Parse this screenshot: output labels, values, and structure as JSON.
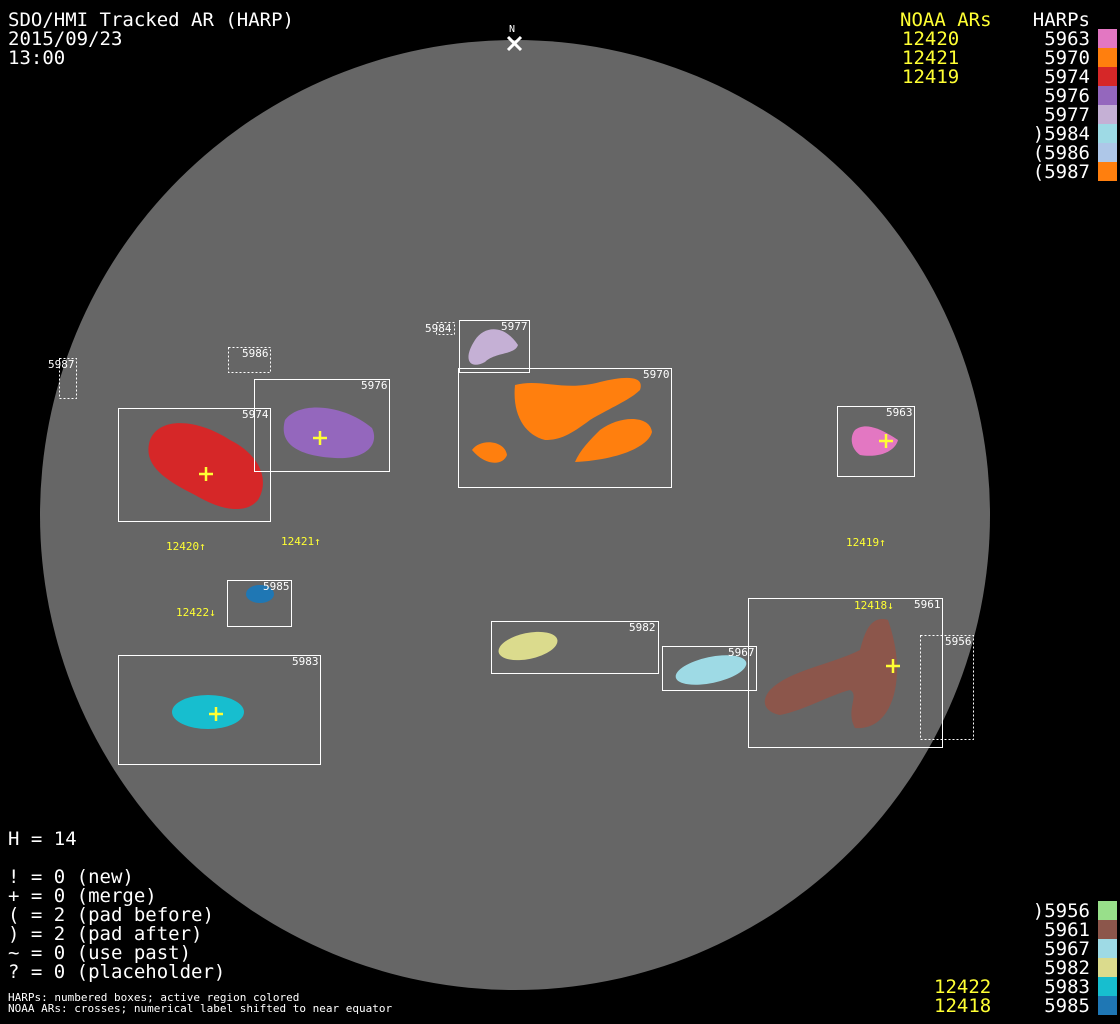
{
  "header": {
    "title": "SDO/HMI Tracked AR (HARP)",
    "date": "2015/09/23",
    "time": "13:00"
  },
  "north_label": "N",
  "legend_top": {
    "noaa_heading": "NOAA ARs",
    "harps_heading": "HARPs",
    "noaa": [
      "12420",
      "12421",
      "12419"
    ],
    "harps": [
      {
        "label": "5963",
        "color": "#e377c2"
      },
      {
        "label": "5970",
        "color": "#ff7f0e"
      },
      {
        "label": "5974",
        "color": "#d62728"
      },
      {
        "label": "5976",
        "color": "#9467bd"
      },
      {
        "label": "5977",
        "color": "#c5b0d5"
      },
      {
        "label": ")5984",
        "color": "#9edae5"
      },
      {
        "label": "(5986",
        "color": "#aec7e8"
      },
      {
        "label": "(5987",
        "color": "#ff7f0e"
      }
    ]
  },
  "legend_bottom": {
    "noaa": [
      "12422",
      "12418"
    ],
    "harps": [
      {
        "label": ")5956",
        "color": "#98df8a"
      },
      {
        "label": "5961",
        "color": "#8c564b"
      },
      {
        "label": "5967",
        "color": "#9edae5"
      },
      {
        "label": "5982",
        "color": "#dbdb8d"
      },
      {
        "label": "5983",
        "color": "#17becf"
      },
      {
        "label": "5985",
        "color": "#1f77b4"
      }
    ]
  },
  "stats": {
    "h": "H = 14",
    "lines": [
      "! = 0 (new)",
      "+ = 0 (merge)",
      "( = 2 (pad before)",
      ") = 2 (pad after)",
      "~ = 0 (use past)",
      "? = 0 (placeholder)"
    ]
  },
  "notes": [
    "HARPs: numbered boxes; active region colored",
    "NOAA ARs: crosses; numerical label shifted to near equator"
  ],
  "harp_boxes": [
    "5974",
    "5976",
    "5977",
    "5970",
    "5963",
    "5985",
    "5983",
    "5982",
    "5967",
    "5961",
    "5987",
    "5986",
    "5984",
    "5956"
  ],
  "noaa_labels": [
    "12420↑",
    "12421↑",
    "12419↑",
    "12422↓",
    "12418↓"
  ]
}
